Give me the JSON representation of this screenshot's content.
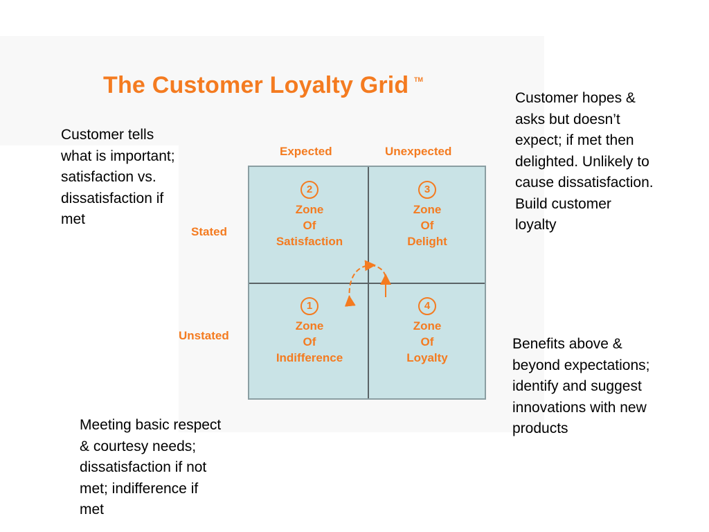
{
  "title": "The Customer Loyalty Grid",
  "trademark": "TM",
  "columns": {
    "expected": "Expected",
    "unexpected": "Unexpected"
  },
  "rows": {
    "stated": "Stated",
    "unstated": "Unstated"
  },
  "zones": {
    "satisfaction": {
      "number": "2",
      "line1": "Zone",
      "line2": "Of",
      "line3": "Satisfaction"
    },
    "delight": {
      "number": "3",
      "line1": "Zone",
      "line2": "Of",
      "line3": "Delight"
    },
    "indifference": {
      "number": "1",
      "line1": "Zone",
      "line2": "Of",
      "line3": "Indifference"
    },
    "loyalty": {
      "number": "4",
      "line1": "Zone",
      "line2": "Of",
      "line3": "Loyalty"
    }
  },
  "notes": {
    "satisfaction": {
      "l1": "Customer tells",
      "l2": "what is important;",
      "l3": "satisfaction vs.",
      "l4": "dissatisfaction if",
      "l5": "met"
    },
    "delight": {
      "l1": "Customer hopes &",
      "l2": "asks but doesn’t",
      "l3": "expect; if met then",
      "l4": "delighted. Unlikely to",
      "l5": "cause dissatisfaction.",
      "l6": "Build customer",
      "l7": "loyalty"
    },
    "loyalty": {
      "l1": "Benefits above &",
      "l2": "beyond expectations;",
      "l3": "identify and suggest",
      "l4": "innovations with new",
      "l5": "products"
    },
    "indifference": {
      "l1": "Meeting basic respect",
      "l2": "& courtesy needs;",
      "l3": "dissatisfaction if not",
      "l4": "met; indifference if",
      "l5": "met"
    }
  },
  "colors": {
    "accent": "#f47b20",
    "grid_fill": "#c9e3e6",
    "grid_line": "#5a6366",
    "arrow": "#f47b20"
  }
}
